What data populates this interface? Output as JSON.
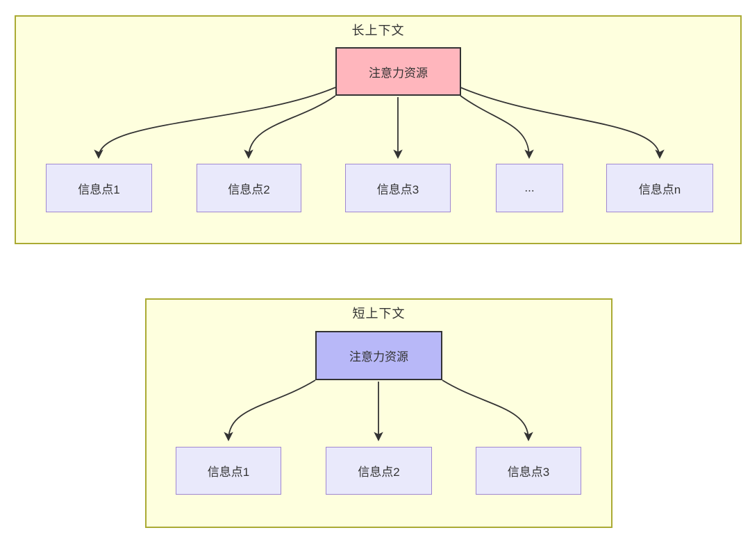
{
  "colors": {
    "canvas_bg": "#ffffff",
    "container_bg": "#feffde",
    "container_border": "#aaaa33",
    "attention_long_fill": "#ffb6bd",
    "attention_short_fill": "#b8b8f8",
    "attention_border": "#333333",
    "info_fill": "#e9e9fb",
    "info_border": "#9f86d0",
    "arrow": "#333333",
    "text": "#333333"
  },
  "long_context": {
    "title": "长上下文",
    "attention_label": "注意力资源",
    "info_points": [
      "信息点1",
      "信息点2",
      "信息点3",
      "...",
      "信息点n"
    ]
  },
  "short_context": {
    "title": "短上下文",
    "attention_label": "注意力资源",
    "info_points": [
      "信息点1",
      "信息点2",
      "信息点3"
    ]
  }
}
